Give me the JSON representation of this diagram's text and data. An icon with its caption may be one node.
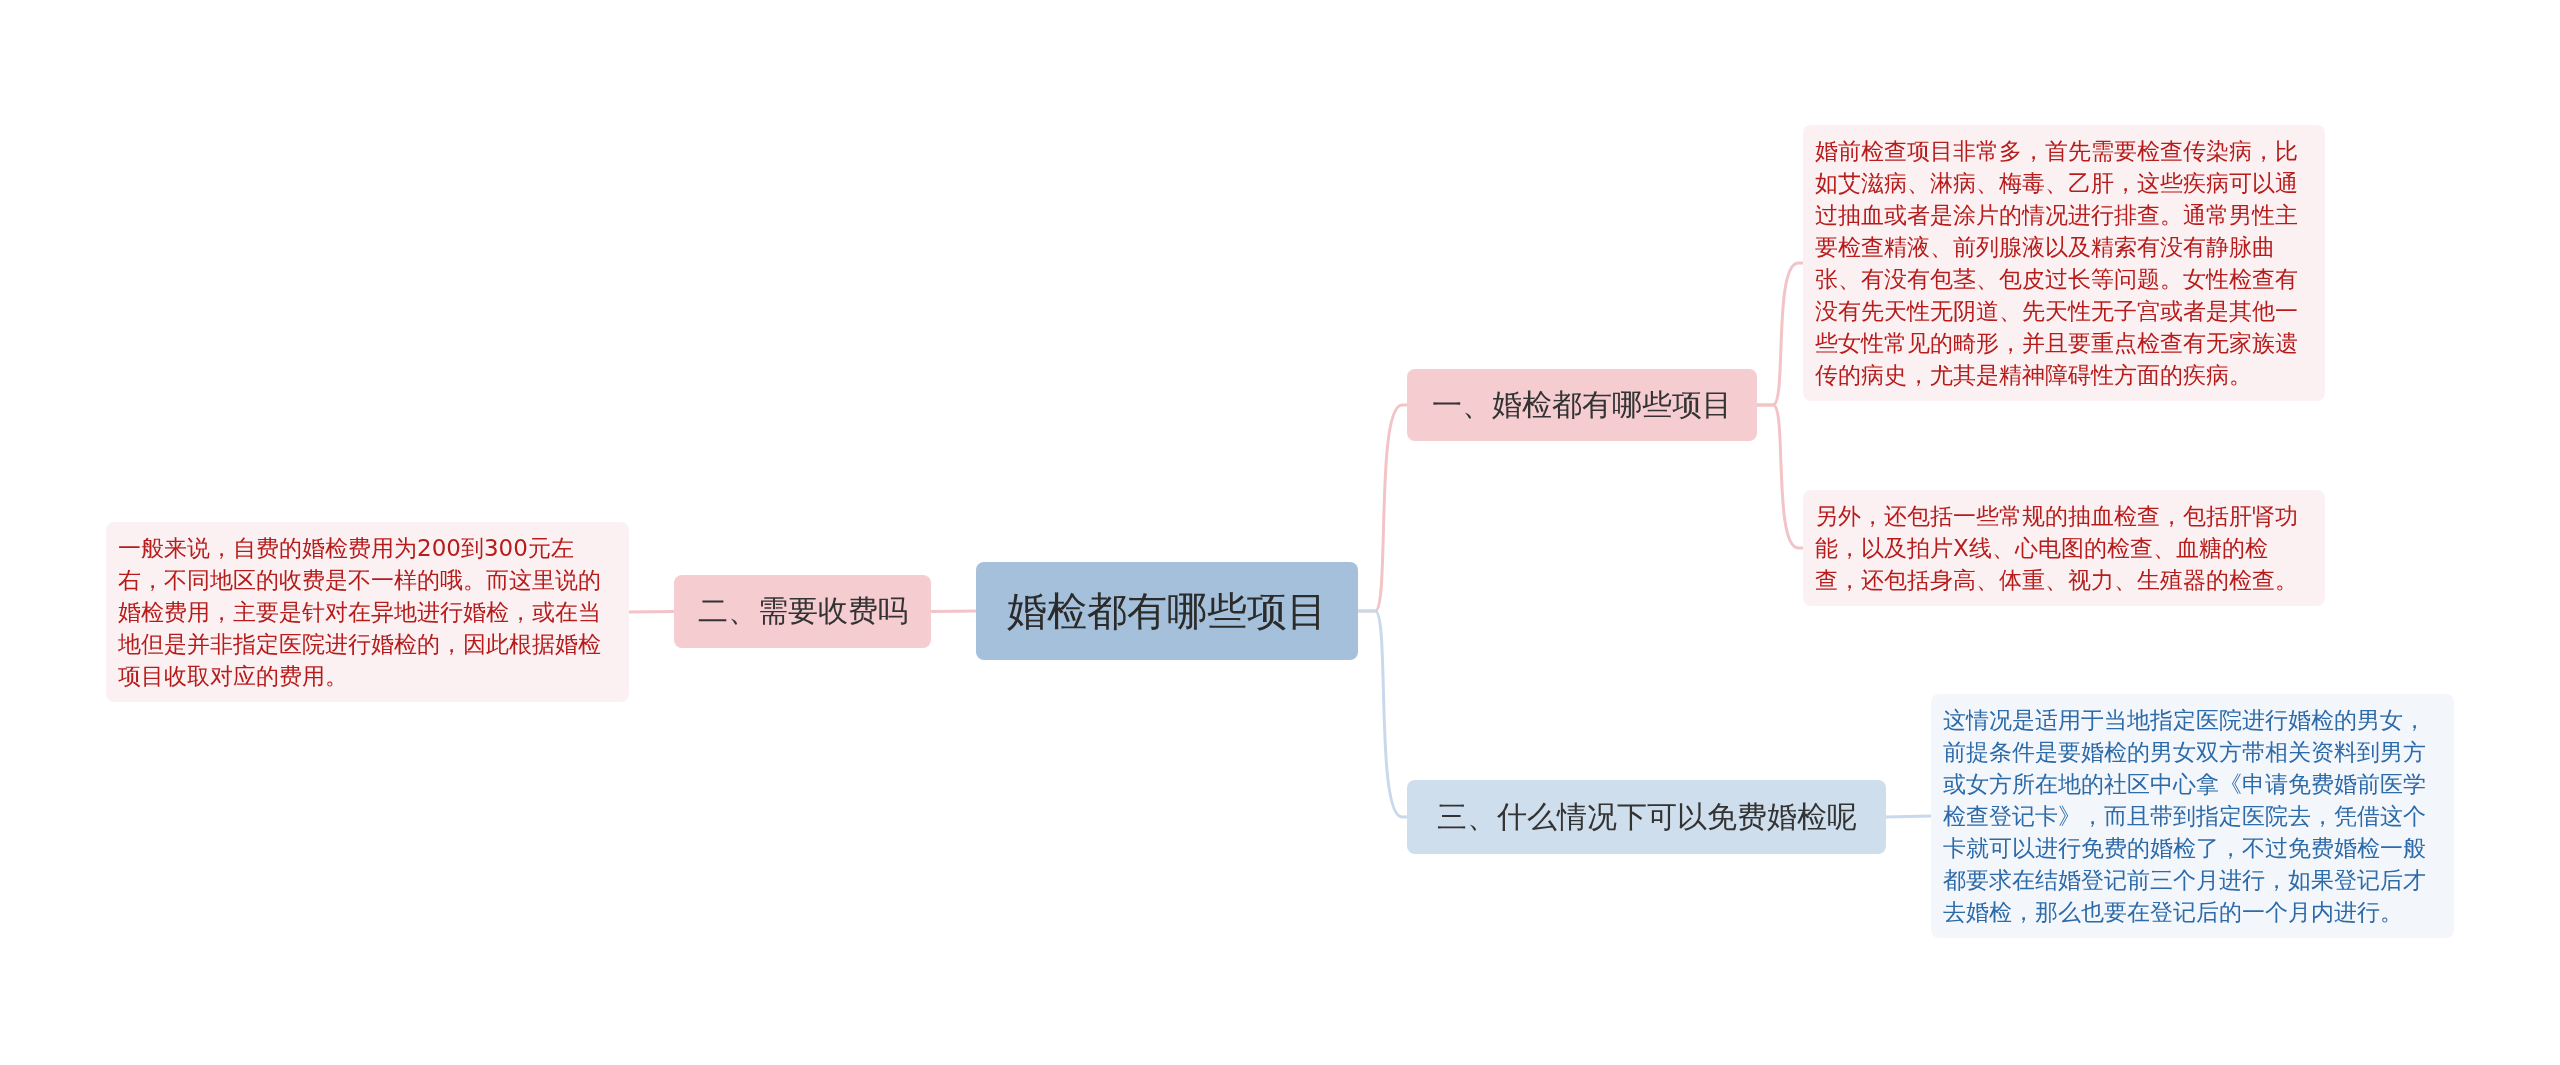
{
  "diagram": {
    "nodes": [
      {
        "text": [
          "婚检都有哪些项目"
        ]
      },
      {
        "text": [
          "一、婚检都有哪些项目"
        ]
      },
      {
        "text": [
          "婚前检查项目非常多，首先需要检查传染病，比如艾滋病、淋病、梅毒、乙肝，这些疾病可以通过抽血或者是涂片的情况进行排查。通常男性主要检查精液、前列腺液以及精索有没有静脉曲张、有没有包茎、包皮过长等问题。女性检查有没有先天性无阴道、先天性无子宫或者是其他一些女性常见的畸形，并且要重点检查有无家族遗传的病史，尤其是精神障碍性方面的疾病。"
        ]
      },
      {
        "text": [
          "另外，还包括一些常规的抽血检查，包括肝肾功能，以及拍片X线、心电图的检查、血糖的检查，还包括身高、体重、视力、生殖器的检查。"
        ]
      },
      {
        "text": [
          "二、需要收费吗"
        ]
      },
      {
        "text": [
          "一般来说，自费的婚检费用为200到300元左右，不同地区的收费是不一样的哦。而这里说的婚检费用，主要是针对在异地进行婚检，或在当地但是并非指定医院进行婚检的，因此根据婚检项目收取对应的费用。"
        ]
      },
      {
        "text": [
          "三、什么情况下可以免费婚检呢"
        ]
      },
      {
        "text": [
          "这情况是适用于当地指定医院进行婚检的男女，前提条件是要婚检的男女双方带相关资料到男方或女方所在地的社区中心拿《申请免费婚前医学检查登记卡》，而且带到指定医院去，凭借这个卡就可以进行免费的婚检了，不过免费婚检一般都要求在结婚登记前三个月进行，如果登记后才去婚检，那么也要在登记后的一个月内进行。"
        ]
      }
    ],
    "edges": [
      {
        "from": 0,
        "to": 1,
        "arrow": "none"
      },
      {
        "from": 1,
        "to": 2,
        "arrow": "none"
      },
      {
        "from": 1,
        "to": 3,
        "arrow": "none"
      },
      {
        "from": 0,
        "to": 4,
        "arrow": "none"
      },
      {
        "from": 4,
        "to": 5,
        "arrow": "none"
      },
      {
        "from": 0,
        "to": 6,
        "arrow": "none",
        "color": "#c8d9ec"
      },
      {
        "from": 6,
        "to": 7,
        "arrow": "none",
        "color": "#c8d9ec"
      }
    ]
  }
}
